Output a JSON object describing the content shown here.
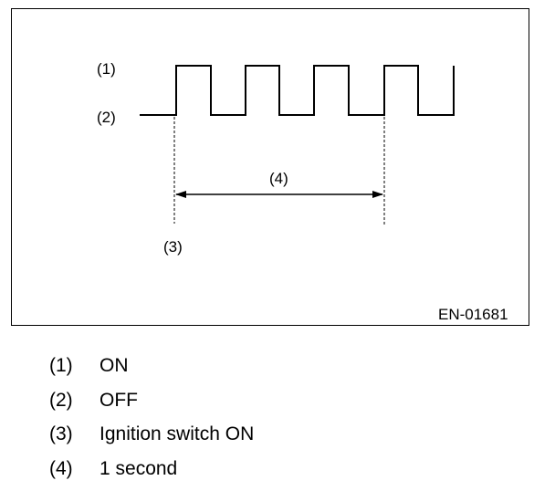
{
  "diagram": {
    "labels": {
      "on": "(1)",
      "off": "(2)",
      "ignition": "(3)",
      "interval": "(4)"
    },
    "code": "EN-01681"
  },
  "legend": [
    {
      "num": "(1)",
      "text": "ON"
    },
    {
      "num": "(2)",
      "text": "OFF"
    },
    {
      "num": "(3)",
      "text": "Ignition switch ON"
    },
    {
      "num": "(4)",
      "text": "1 second"
    }
  ]
}
